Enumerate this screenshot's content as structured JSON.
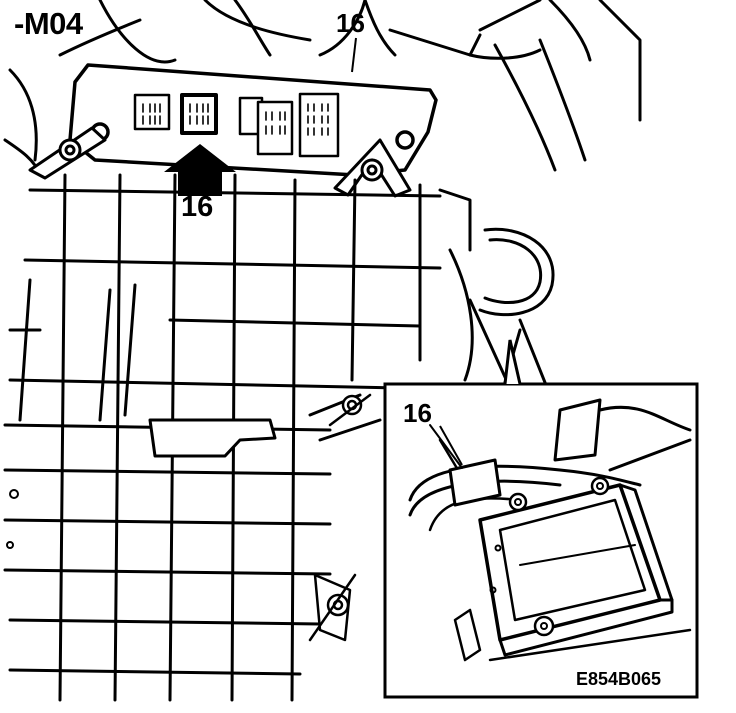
{
  "diagram": {
    "reference_label": "-M04",
    "callout_top": "16",
    "callout_arrow": "16",
    "callout_inset": "16",
    "figure_code": "E854B065"
  }
}
